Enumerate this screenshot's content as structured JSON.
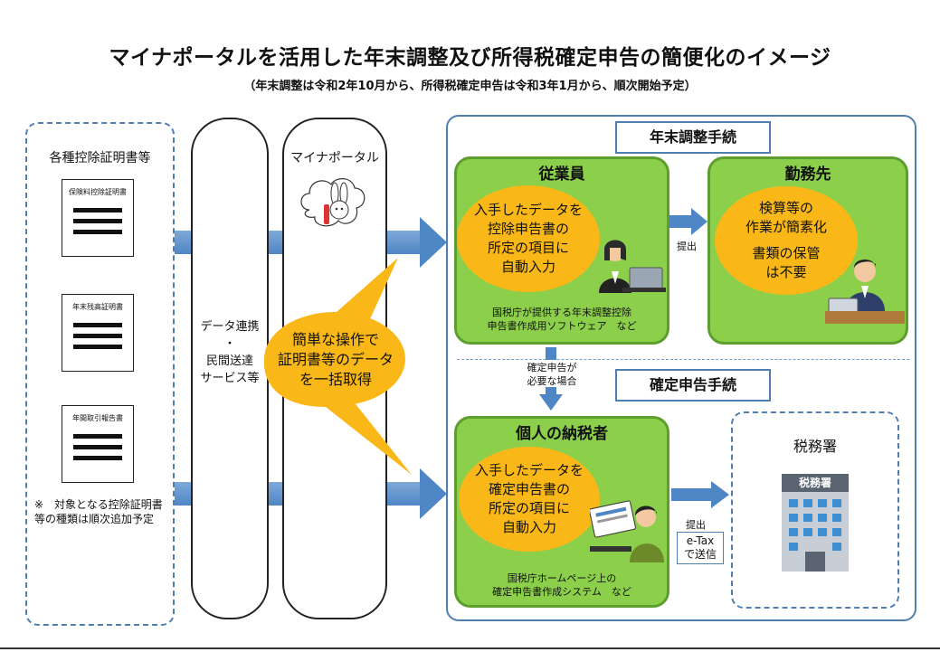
{
  "title": "マイナポータルを活用した年末調整及び所得税確定申告の簡便化のイメージ",
  "subtitle": "（年末調整は令和2年10月から、所得税確定申告は令和3年1月から、順次開始予定）",
  "left_column": {
    "title": "各種控除証明書等",
    "docs": [
      "保険料控除証明書",
      "年末残高証明書",
      "年間取引報告書"
    ],
    "note": "※　対象となる控除証明書等の種類は順次追加予定"
  },
  "middle_pill": {
    "lines": [
      "データ連携",
      "・",
      "民間送達",
      "サービス等"
    ]
  },
  "portal_pill": {
    "title": "マイナポータル"
  },
  "speech": {
    "lines": [
      "簡単な操作で",
      "証明書等のデータ",
      "を一括取得"
    ]
  },
  "nenmatsu": {
    "label": "年末調整手続",
    "employee": {
      "title": "従業員",
      "bubble": [
        "入手したデータを",
        "控除申告書の",
        "所定の項目に",
        "自動入力"
      ],
      "caption": [
        "国税庁が提供する年末調整控除",
        "申告書作成用ソフトウェア　など"
      ]
    },
    "submit": "提出",
    "employer": {
      "title": "勤務先",
      "bubble1": [
        "検算等の",
        "作業が簡素化"
      ],
      "bubble2": [
        "書類の保管",
        "は不要"
      ]
    }
  },
  "down_arrow_text": [
    "確定申告が",
    "必要な場合"
  ],
  "kakutei": {
    "label": "確定申告手続",
    "taxpayer": {
      "title": "個人の納税者",
      "bubble": [
        "入手したデータを",
        "確定申告書の",
        "所定の項目に",
        "自動入力"
      ],
      "caption": [
        "国税庁ホームページ上の",
        "確定申告書作成システム　など"
      ]
    },
    "submit": "提出",
    "etax": [
      "e-Tax",
      "で送信"
    ],
    "office": {
      "title": "税務署",
      "sign": "税務署"
    }
  },
  "colors": {
    "green": "#8ccf4a",
    "bubble": "#fab818",
    "blue": "#4f86c6"
  }
}
